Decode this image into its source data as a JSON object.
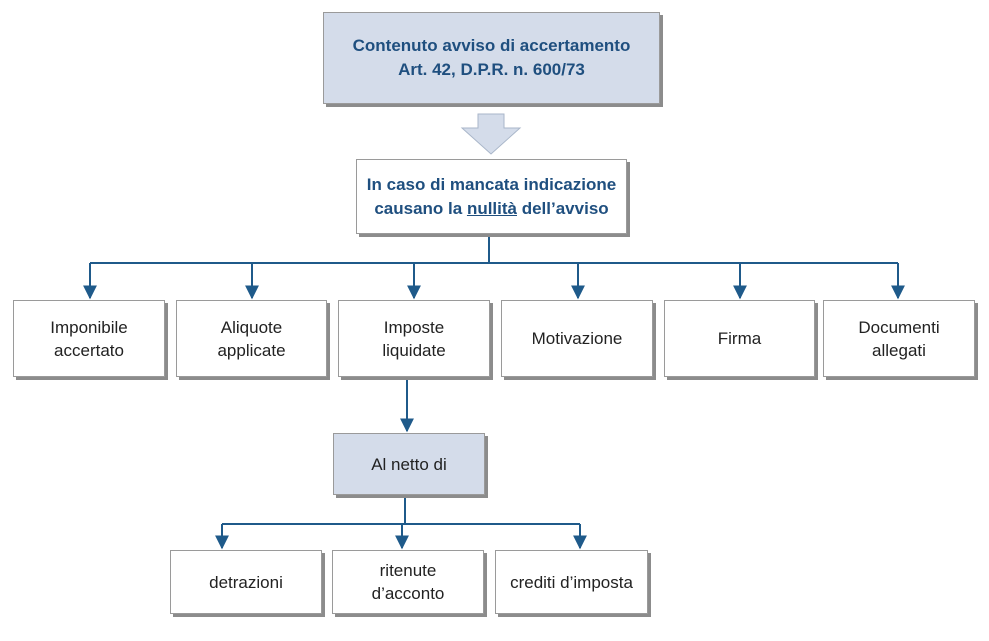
{
  "colors": {
    "connector": "#1f5a8a",
    "header_fill": "#d4dcea",
    "title_text": "#1f4f7f",
    "arrow_fill": "#d4dcea"
  },
  "title_box": {
    "line1": "Contenuto avviso di accertamento",
    "line2": "Art.  42, D.P.R. n. 600/73"
  },
  "condition_box": {
    "line1": "In caso di mancata indicazione",
    "line2_before": "causano la ",
    "line2_underlined": "nullità",
    "line2_after": " dell’avviso"
  },
  "elements": [
    {
      "label": "Imponibile\naccertato"
    },
    {
      "label": "Aliquote\napplicate"
    },
    {
      "label": "Imposte\nliquidate"
    },
    {
      "label": "Motivazione"
    },
    {
      "label": "Firma"
    },
    {
      "label": "Documenti\nallegati"
    }
  ],
  "net_box": {
    "label": "Al netto di"
  },
  "deductions": [
    {
      "label": "detrazioni"
    },
    {
      "label": "ritenute\nd’acconto"
    },
    {
      "label": "crediti d’imposta"
    }
  ]
}
